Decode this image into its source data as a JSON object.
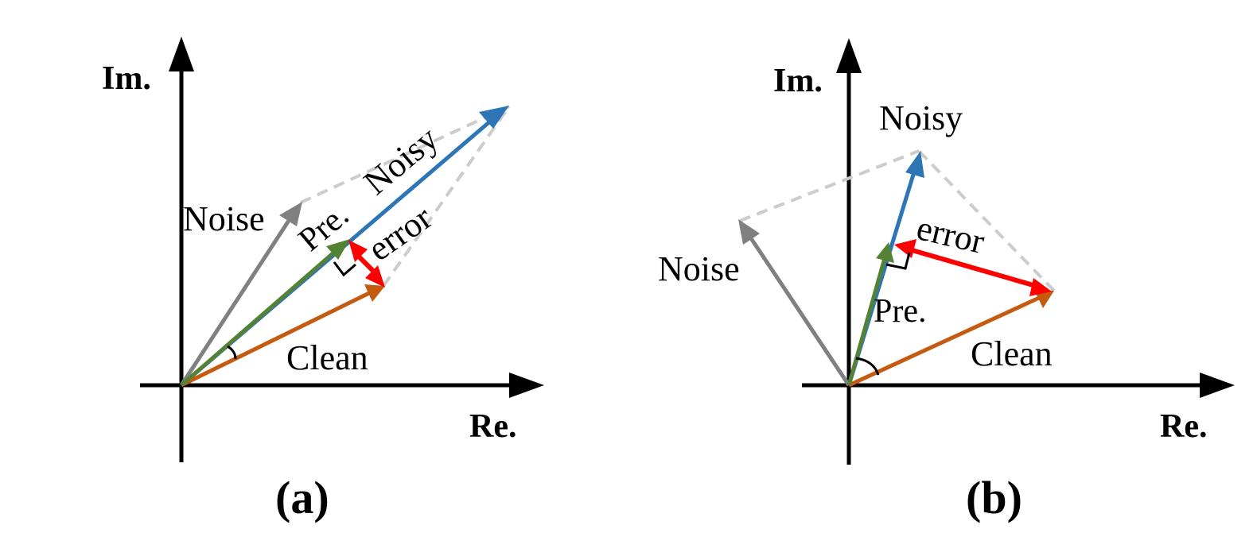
{
  "colors": {
    "axis": "#000000",
    "noisy": "#2e75b6",
    "clean": "#c55a11",
    "predicted": "#548235",
    "noise": "#808080",
    "error": "#ff0000",
    "guide": "#cccccc"
  },
  "panel_a": {
    "im_label": "Im.",
    "re_label": "Re.",
    "caption": "(a)",
    "noisy_label": "Noisy",
    "pre_label": "Pre.",
    "error_label": "error",
    "noise_label": "Noise",
    "clean_label": "Clean"
  },
  "panel_b": {
    "im_label": "Im.",
    "re_label": "Re.",
    "caption": "(b)",
    "noisy_label": "Noisy",
    "pre_label": "Pre.",
    "error_label": "error",
    "noise_label": "Noise",
    "clean_label": "Clean"
  }
}
